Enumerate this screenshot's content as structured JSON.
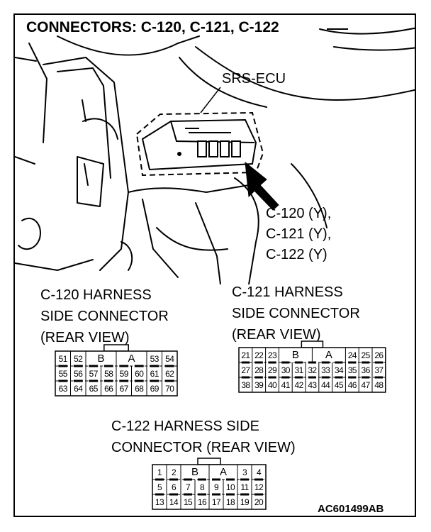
{
  "title": "CONNECTORS: C-120, C-121, C-122",
  "ecu_label": "SRS-ECU",
  "callout": [
    "C-120 (Y),",
    "C-121 (Y),",
    "C-122 (Y)"
  ],
  "sections": {
    "c120": [
      "C-120 HARNESS",
      "SIDE CONNECTOR",
      "(REAR VIEW)"
    ],
    "c121": [
      "C-121 HARNESS",
      "SIDE CONNECTOR",
      "(REAR VIEW)"
    ],
    "c122": [
      "C-122 HARNESS SIDE",
      "CONNECTOR (REAR VIEW)"
    ]
  },
  "connectors": {
    "c120": {
      "rows": [
        [
          "51",
          "52",
          "B",
          "A",
          "53",
          "54"
        ],
        [
          "55",
          "56",
          "57",
          "58",
          "59",
          "60",
          "61",
          "62"
        ],
        [
          "63",
          "64",
          "65",
          "66",
          "67",
          "68",
          "69",
          "70"
        ]
      ]
    },
    "c121": {
      "rows": [
        [
          "21",
          "22",
          "23",
          "B",
          "A",
          "24",
          "25",
          "26"
        ],
        [
          "27",
          "28",
          "29",
          "30",
          "31",
          "32",
          "33",
          "34",
          "35",
          "36",
          "37"
        ],
        [
          "38",
          "39",
          "40",
          "41",
          "42",
          "43",
          "44",
          "45",
          "46",
          "47",
          "48"
        ]
      ]
    },
    "c122": {
      "rows": [
        [
          "1",
          "2",
          "B",
          "A",
          "3",
          "4"
        ],
        [
          "5",
          "6",
          "7",
          "8",
          "9",
          "10",
          "11",
          "12"
        ],
        [
          "13",
          "14",
          "15",
          "16",
          "17",
          "18",
          "19",
          "20"
        ]
      ]
    }
  },
  "figure_id": "AC601499AB"
}
